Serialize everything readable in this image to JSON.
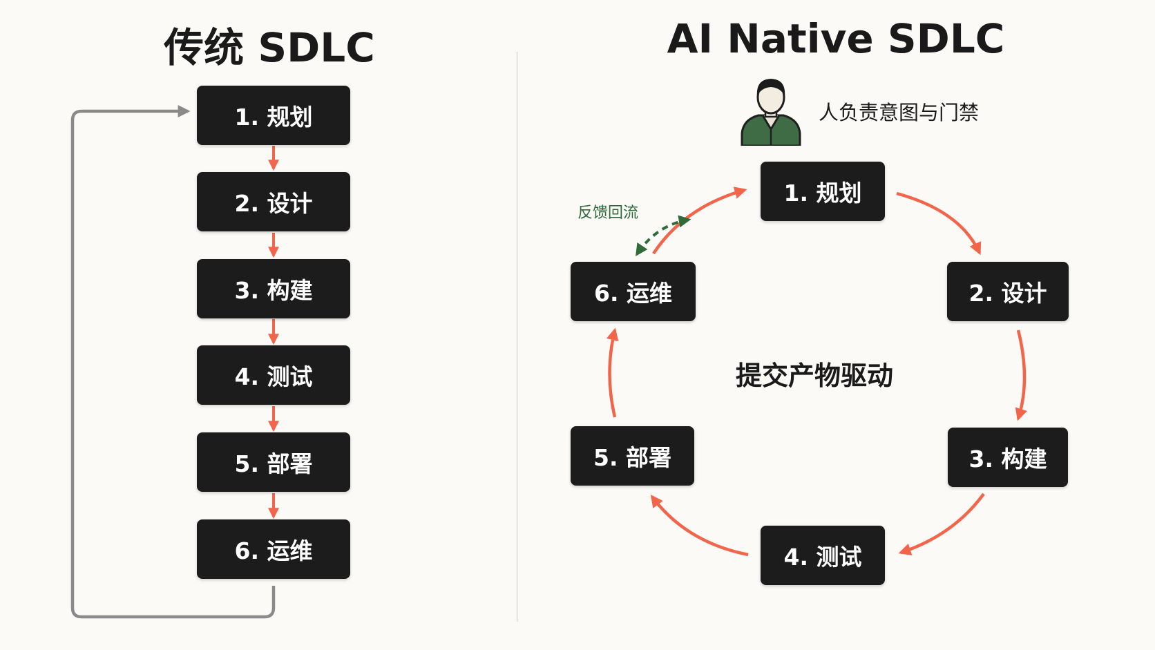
{
  "traditional": {
    "title": "传统 SDLC",
    "steps": [
      "1. 规划",
      "2. 设计",
      "3. 构建",
      "4. 测试",
      "5. 部署",
      "6. 运维"
    ]
  },
  "ai_native": {
    "title": "AI Native SDLC",
    "owner_label": "人负责意图与门禁",
    "feedback_label": "反馈回流",
    "center_label": "提交产物驱动",
    "steps": [
      "1. 规划",
      "2. 设计",
      "3. 构建",
      "4. 测试",
      "5. 部署",
      "6. 运维"
    ]
  },
  "icons": {
    "person": "person-icon"
  },
  "colors": {
    "background": "#fbfaf6",
    "step_box": "#1c1c1c",
    "step_text": "#ffffff",
    "arrow": "#f2654a",
    "loop_arrow": "#8a8a8a",
    "feedback": "#2f6b3a",
    "person_shirt": "#3f6b45"
  }
}
